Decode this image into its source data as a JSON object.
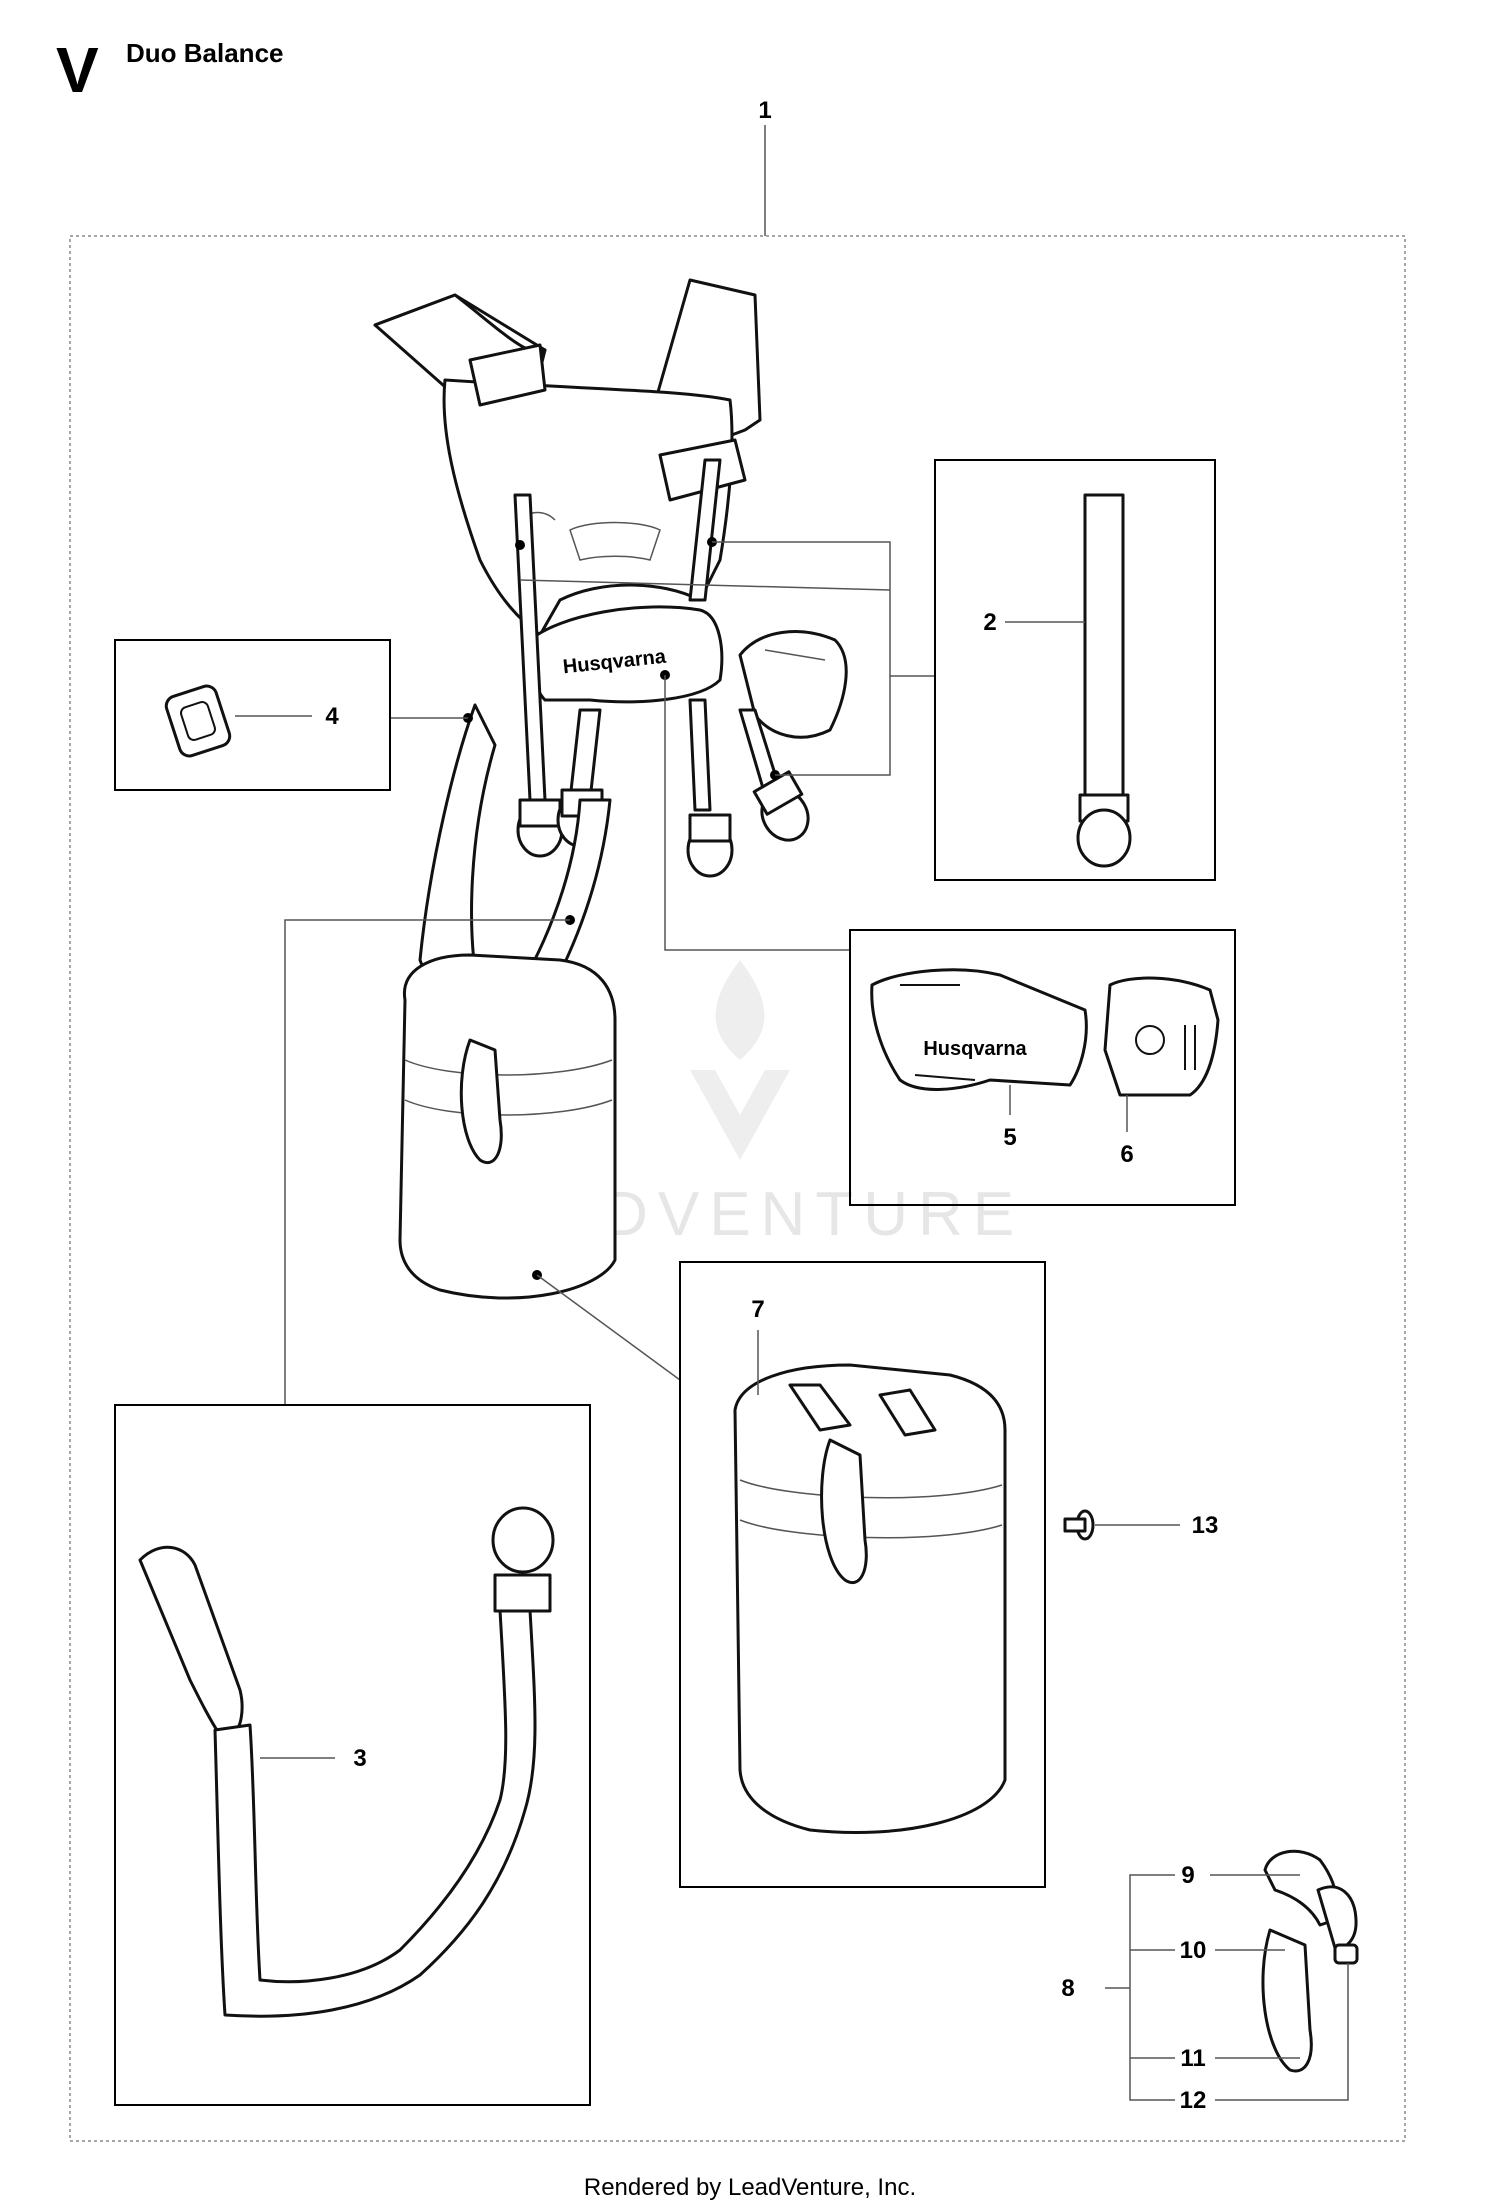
{
  "header": {
    "letter": "V",
    "title": "Duo Balance"
  },
  "callouts": {
    "c1": "1",
    "c2": "2",
    "c3": "3",
    "c4": "4",
    "c5": "5",
    "c6": "6",
    "c7": "7",
    "c8": "8",
    "c9": "9",
    "c10": "10",
    "c11": "11",
    "c12": "12",
    "c13": "13"
  },
  "brand_logo_text": "Husqvarna",
  "watermark_text": "LEADVENTURE",
  "footer": "Rendered by LeadVenture, Inc.",
  "colors": {
    "line": "#111111",
    "leader": "#555555",
    "watermark": "#e6e6e6"
  }
}
